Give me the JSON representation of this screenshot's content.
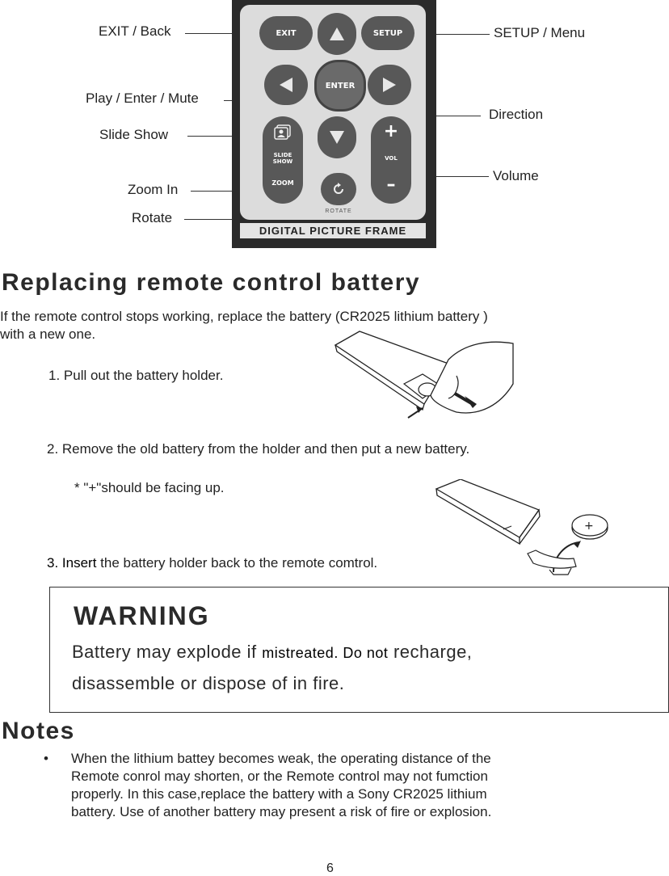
{
  "callouts": {
    "exit_back": "EXIT / Back",
    "play_enter_mute": "Play / Enter / Mute",
    "slide_show": "Slide Show",
    "zoom_in": "Zoom In",
    "rotate": "Rotate",
    "setup_menu": "SETUP / Menu",
    "direction": "Direction",
    "volume": "Volume"
  },
  "remote": {
    "exit_label": "EXIT",
    "setup_label": "SETUP",
    "enter_label": "ENTER",
    "slideshow_label_1": "SLIDE",
    "slideshow_label_2": "SHOW",
    "zoom_label": "ZOOM",
    "vol_label": "VOL",
    "rotate_label": "ROTATE",
    "plus": "+",
    "minus": "–",
    "brand": "DIGITAL PICTURE FRAME"
  },
  "battery": {
    "heading": "Replacing remote control battery",
    "intro_line1": "If the remote control stops working, replace the battery (CR2025 lithium battery )",
    "intro_line2": "with a new one.",
    "step1": "1.  Pull out the battery holder.",
    "step2": "2.  Remove the old battery from the holder and then put a new battery.",
    "step2_note": "* \"+\"should be facing up.",
    "step3_prefix": "3.  Insert",
    "step3_rest": " the battery holder back to the remote comtrol.",
    "battery_plus": "+"
  },
  "warning": {
    "title": "WARNING",
    "line1_a": "Battery may explode if ",
    "line1_b": "mistreated. Do not",
    "line1_c": " recharge,",
    "line2": "disassemble or dispose of in fire."
  },
  "notes": {
    "heading": "Notes",
    "bullet": "•",
    "lines": [
      "When the lithium battey becomes weak, the operating distance of the",
      "Remote conrol may shorten, or the Remote control may not fumction",
      "properly. In this case,replace the battery with a Sony CR2025 lithium",
      "battery. Use of another battery may present a risk of fire or explosion."
    ]
  },
  "page_number": "6"
}
